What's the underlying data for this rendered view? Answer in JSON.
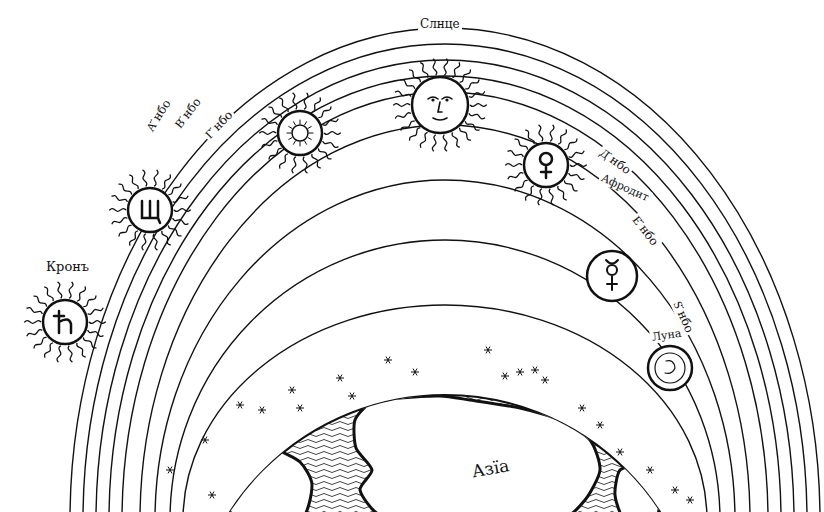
{
  "diagram": {
    "labels": [
      "Кронъ",
      "А҃ нбо",
      "В҃ нбо",
      "Г҃ нбо",
      "Слнце",
      "Д҃ нбо",
      "Афродит",
      "Е҃ нбо",
      "Ѕ҃ нбо",
      "Луна",
      "Азїа"
    ]
  }
}
